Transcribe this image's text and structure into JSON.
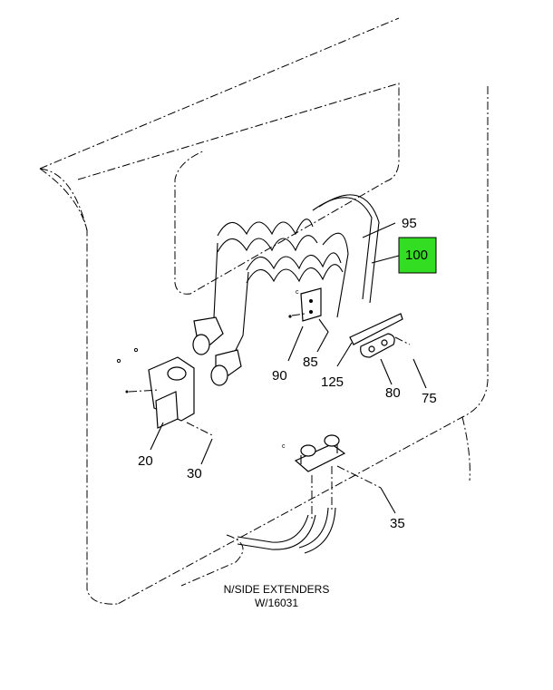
{
  "diagram": {
    "callouts": [
      {
        "id": "95",
        "label": "95"
      },
      {
        "id": "100",
        "label": "100",
        "highlighted": true
      },
      {
        "id": "90",
        "label": "90"
      },
      {
        "id": "85",
        "label": "85"
      },
      {
        "id": "125",
        "label": "125"
      },
      {
        "id": "80",
        "label": "80"
      },
      {
        "id": "75",
        "label": "75"
      },
      {
        "id": "20",
        "label": "20"
      },
      {
        "id": "30",
        "label": "30"
      },
      {
        "id": "35",
        "label": "35"
      }
    ],
    "highlight_color": "#33dd22",
    "caption_line1": "N/SIDE EXTENDERS",
    "caption_line2": "W/16031"
  }
}
